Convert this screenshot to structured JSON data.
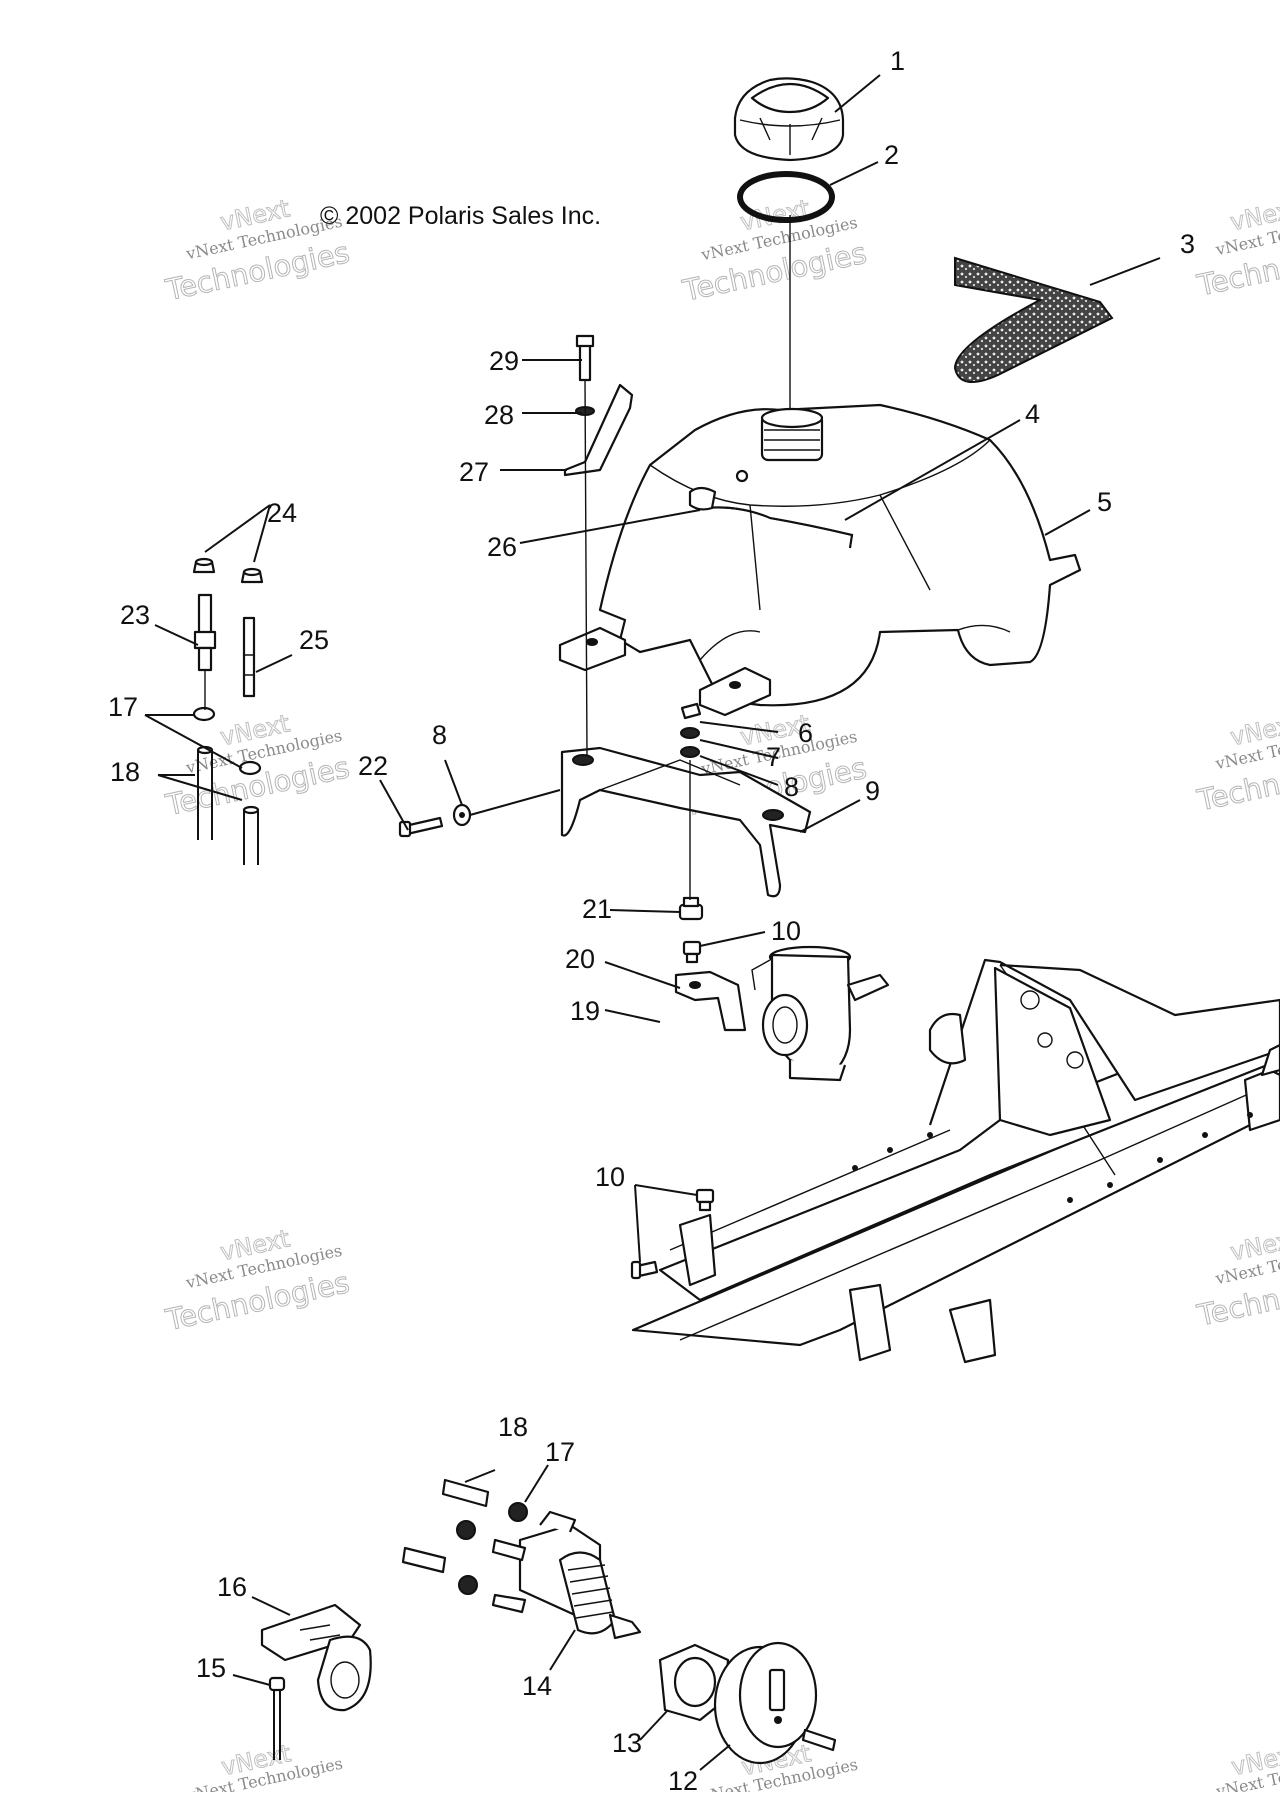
{
  "copyright": "© 2002 Polaris Sales Inc.",
  "watermark": {
    "line1": "vNext Technologies",
    "line2": "Technologies",
    "line3": "vNext"
  },
  "callouts": {
    "c1": "1",
    "c2": "2",
    "c3": "3",
    "c4": "4",
    "c5": "5",
    "c6": "6",
    "c7": "7",
    "c8a": "8",
    "c8b": "8",
    "c9": "9",
    "c10a": "10",
    "c10b": "10",
    "c12": "12",
    "c13": "13",
    "c14": "14",
    "c15": "15",
    "c16": "16",
    "c17a": "17",
    "c17b": "17",
    "c18a": "18",
    "c18b": "18",
    "c19": "19",
    "c20": "20",
    "c21": "21",
    "c22": "22",
    "c23": "23",
    "c24": "24",
    "c25": "25",
    "c26": "26",
    "c27": "27",
    "c28": "28",
    "c29": "29"
  },
  "icons": {
    "fuel_cap": "fuel-cap-icon",
    "gasket": "gasket-icon",
    "foam_pad": "foam-pad-icon",
    "fuel_tank": "fuel-tank-icon",
    "mount_bracket": "mount-bracket-icon",
    "carburetor": "carburetor-icon",
    "frame": "frame-icon",
    "fuel_valve": "fuel-valve-icon",
    "valve_knob": "valve-knob-icon"
  }
}
